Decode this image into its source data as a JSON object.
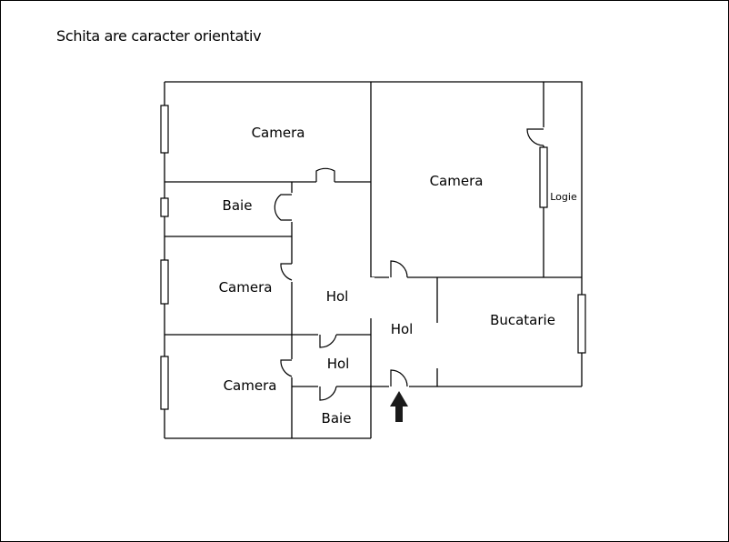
{
  "note": "Schita are caracter orientativ",
  "rooms": {
    "camera_top": "Camera",
    "camera_right": "Camera",
    "logie": "Logie",
    "baie_top": "Baie",
    "camera_mid": "Camera",
    "hol_left": "Hol",
    "hol_center": "Hol",
    "bucatarie": "Bucatarie",
    "hol_small": "Hol",
    "camera_bottom": "Camera",
    "baie_bottom": "Baie"
  },
  "icons": {
    "entrance": "entrance-arrow-icon"
  }
}
